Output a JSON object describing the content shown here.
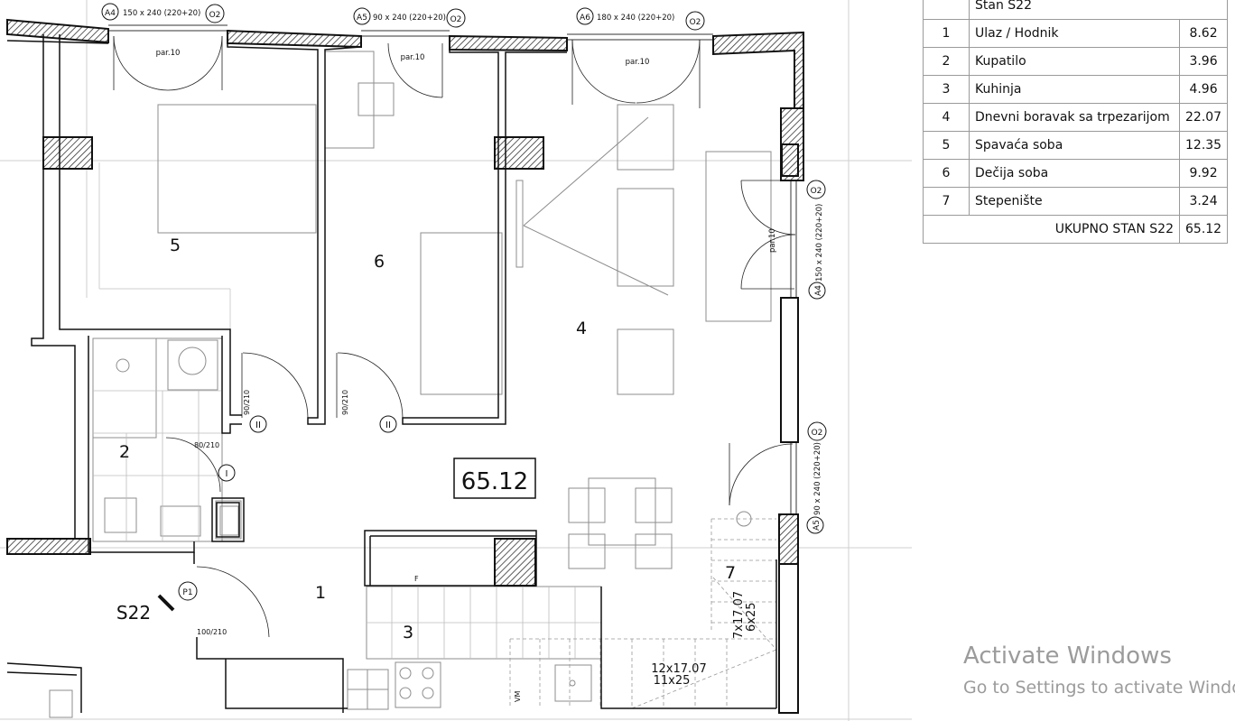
{
  "plan": {
    "apartment_label": "S22",
    "total_area": "65.12",
    "rooms": [
      {
        "number": "1",
        "name": "Ulaz / Hodnik",
        "area": "8.62"
      },
      {
        "number": "2",
        "name": "Kupatilo",
        "area": "3.96"
      },
      {
        "number": "3",
        "name": "Kuhinja",
        "area": "4.96"
      },
      {
        "number": "4",
        "name": "Dnevni boravak sa trpezarijom",
        "area": "22.07"
      },
      {
        "number": "5",
        "name": "Spavaća soba",
        "area": "12.35"
      },
      {
        "number": "6",
        "name": "Dečija soba",
        "area": "9.92"
      },
      {
        "number": "7",
        "name": "Stepenište",
        "area": "3.24"
      }
    ],
    "windows": {
      "w1": {
        "mark": "A4",
        "size": "150 x 240 (220+20)",
        "type": "O2",
        "parapet": "par.10"
      },
      "w2": {
        "mark": "A5",
        "size": "90 x 240 (220+20)",
        "type": "O2",
        "parapet": "par.10"
      },
      "w3": {
        "mark": "A6",
        "size": "180 x 240 (220+20)",
        "type": "O2",
        "parapet": "par.10"
      },
      "w4": {
        "mark": "A4",
        "size": "150 x 240 (220+20)",
        "type": "O2",
        "parapet": "par.10"
      },
      "w5": {
        "mark": "A5",
        "size": "90 x 240 (220+20)",
        "type": "O2"
      }
    },
    "doors": {
      "d_room5": {
        "size": "90/210",
        "type": "II"
      },
      "d_room6": {
        "size": "90/210",
        "type": "II"
      },
      "d_bath": {
        "size": "80/210",
        "type": "I"
      },
      "d_entry": {
        "size": "100/210",
        "type": "P1"
      }
    },
    "stair": {
      "flight1": "7x17.07",
      "flight1_tread": "6x25",
      "flight2": "12x17.07",
      "flight2_tread": "11x25"
    },
    "appliance_labels": {
      "fridge": "F",
      "washer": "VM"
    }
  },
  "table": {
    "header": "Stan  S22",
    "total_label": "UKUPNO STAN S22",
    "total_area": "65.12"
  },
  "watermark": {
    "title": "Activate Windows",
    "subtitle": "Go to Settings to activate Windows."
  }
}
